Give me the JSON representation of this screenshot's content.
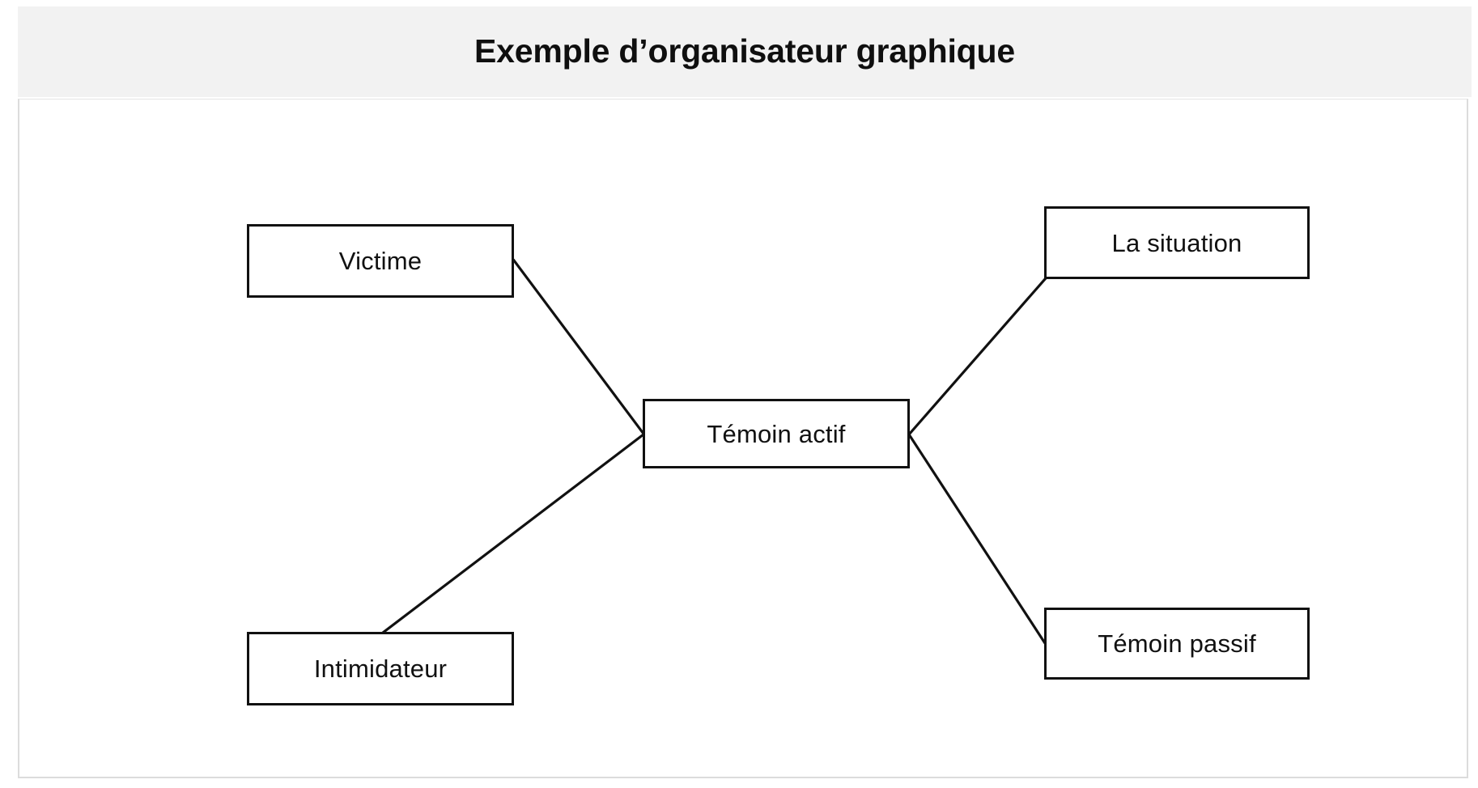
{
  "header": {
    "title": "Exemple d’organisateur graphique",
    "background_color": "#f2f2f2",
    "title_color": "#0f0f0f"
  },
  "content": {
    "background_color": "#ffffff",
    "border_color": "#dcdcdc"
  },
  "diagram": {
    "type": "concept-map",
    "line_color": "#111111",
    "box_border_color": "#111111",
    "box_fill_color": "#ffffff",
    "nodes": [
      {
        "id": "victime",
        "label": "Victime",
        "position": "top-left"
      },
      {
        "id": "temoin-actif",
        "label": "Témoin actif",
        "position": "center"
      },
      {
        "id": "la-situation",
        "label": "La situation",
        "position": "top-right"
      },
      {
        "id": "temoin-passif",
        "label": "Témoin passif",
        "position": "bottom-right"
      },
      {
        "id": "intimidateur",
        "label": "Intimidateur",
        "position": "bottom-left"
      }
    ],
    "edges": [
      {
        "from": "victime",
        "to": "temoin-actif"
      },
      {
        "from": "intimidateur",
        "to": "temoin-actif"
      },
      {
        "from": "temoin-actif",
        "to": "la-situation"
      },
      {
        "from": "temoin-actif",
        "to": "temoin-passif"
      }
    ]
  }
}
